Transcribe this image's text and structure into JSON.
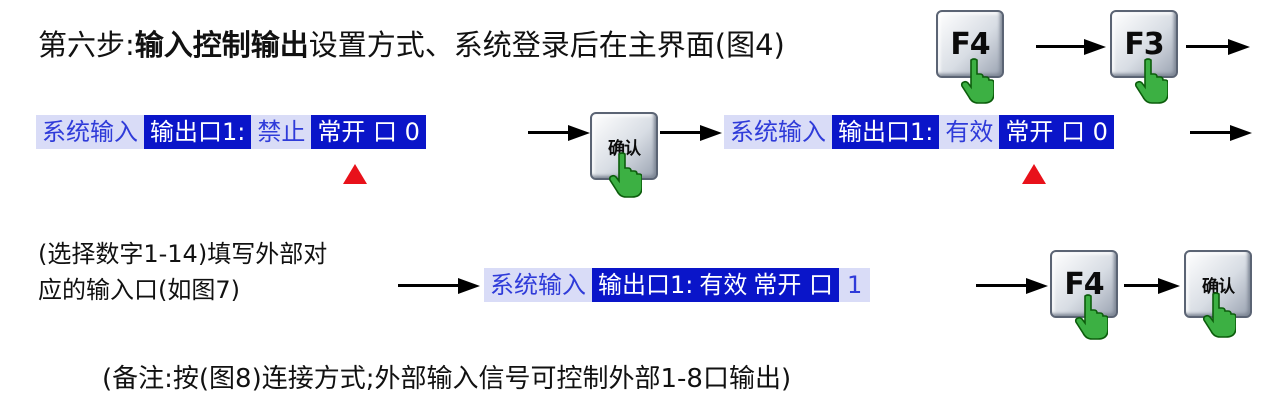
{
  "step": {
    "prefix": "第六步:",
    "bold": "输入控制输出",
    "suffix": "设置方式、系统登录后在主界面(图4)"
  },
  "keys": {
    "f4": "F4",
    "f3": "F3",
    "confirm": "确认"
  },
  "lcd1": {
    "section": "系统输入",
    "port": "输出口1:",
    "state": "禁止",
    "mode": "常开 口 0"
  },
  "lcd2": {
    "section": "系统输入",
    "port": "输出口1:",
    "state": "有效",
    "mode": "常开 口 0"
  },
  "lcd3": {
    "section": "系统输入",
    "port": "输出口1:",
    "state": "有效",
    "mode": "常开 口",
    "value": "1"
  },
  "instruction": {
    "line1": "(选择数字1-14)填写外部对",
    "line2": "应的输入口(如图7)"
  },
  "remark": "(备注:按(图8)连接方式;外部输入信号可控制外部1-8口输出)",
  "colors": {
    "lcd_dark": "#0a15c9",
    "lcd_light": "#d9dcf7",
    "marker": "#e8111a",
    "hand": "#3cb043"
  }
}
